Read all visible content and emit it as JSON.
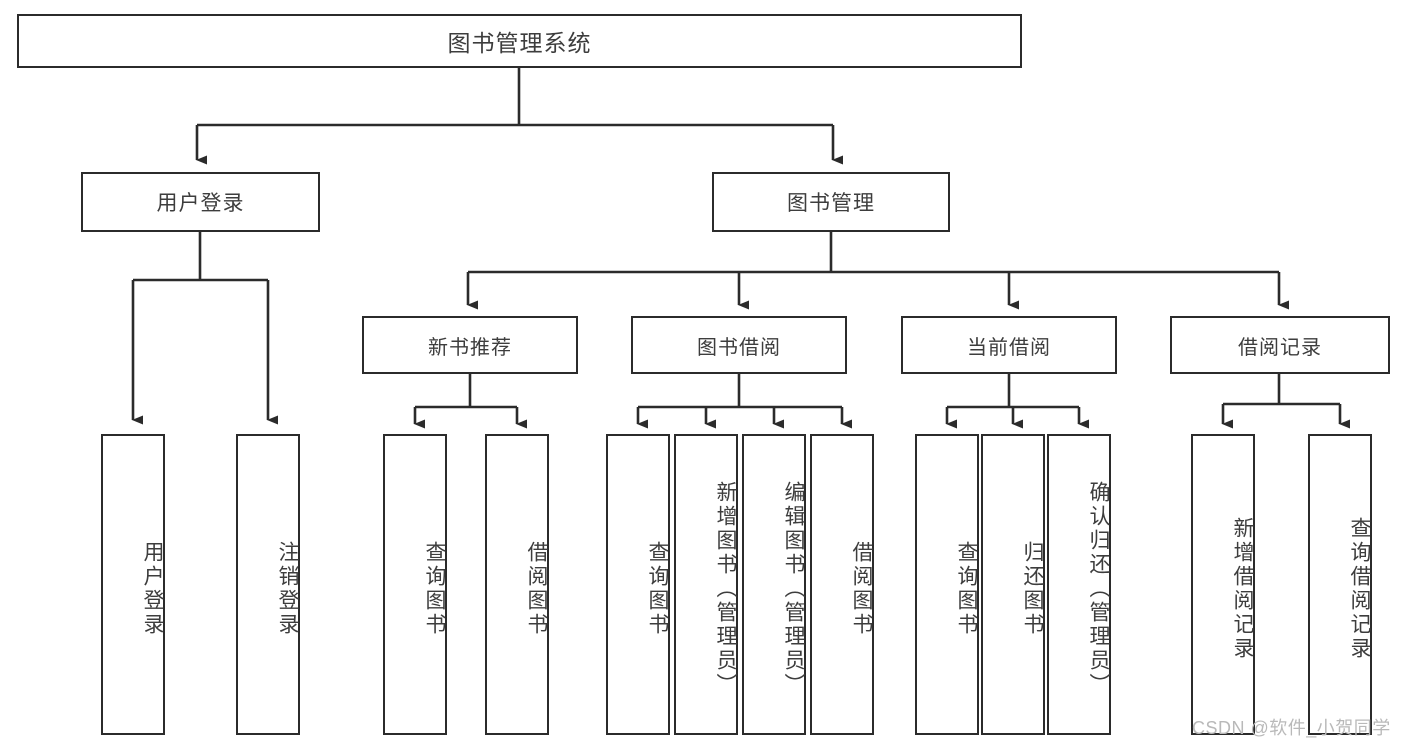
{
  "diagram": {
    "title": "图书管理系统",
    "type": "tree",
    "watermark": "CSDN @软件_小贺同学",
    "colors": {
      "border": "#2b2b2b",
      "text": "#3d3d3d",
      "background": "#ffffff",
      "watermark": "#b9b9b9"
    },
    "root": {
      "id": "root",
      "label": "图书管理系统"
    },
    "level2": [
      {
        "id": "user-login",
        "label": "用户登录"
      },
      {
        "id": "book-manage",
        "label": "图书管理"
      }
    ],
    "level3": [
      {
        "id": "new-book-rec",
        "label": "新书推荐",
        "parent": "book-manage"
      },
      {
        "id": "book-borrow",
        "label": "图书借阅",
        "parent": "book-manage"
      },
      {
        "id": "current-borrow",
        "label": "当前借阅",
        "parent": "book-manage"
      },
      {
        "id": "borrow-record",
        "label": "借阅记录",
        "parent": "book-manage"
      }
    ],
    "leaves": [
      {
        "id": "leaf-user-login",
        "label": "用户登录",
        "parent": "user-login"
      },
      {
        "id": "leaf-logout",
        "label": "注销登录",
        "parent": "user-login"
      },
      {
        "id": "leaf-query-book-1",
        "label": "查询图书",
        "parent": "new-book-rec"
      },
      {
        "id": "leaf-borrow-book-1",
        "label": "借阅图书",
        "parent": "new-book-rec"
      },
      {
        "id": "leaf-query-book-2",
        "label": "查询图书",
        "parent": "book-borrow"
      },
      {
        "id": "leaf-add-book",
        "label": "新增图书（管理员）",
        "parent": "book-borrow"
      },
      {
        "id": "leaf-edit-book",
        "label": "编辑图书（管理员）",
        "parent": "book-borrow"
      },
      {
        "id": "leaf-borrow-book-2",
        "label": "借阅图书",
        "parent": "book-borrow"
      },
      {
        "id": "leaf-query-book-3",
        "label": "查询图书",
        "parent": "current-borrow"
      },
      {
        "id": "leaf-return-book",
        "label": "归还图书",
        "parent": "current-borrow"
      },
      {
        "id": "leaf-confirm-return",
        "label": "确认归还（管理员）",
        "parent": "current-borrow"
      },
      {
        "id": "leaf-add-record",
        "label": "新增借阅记录",
        "parent": "borrow-record"
      },
      {
        "id": "leaf-query-record",
        "label": "查询借阅记录",
        "parent": "borrow-record"
      }
    ]
  }
}
